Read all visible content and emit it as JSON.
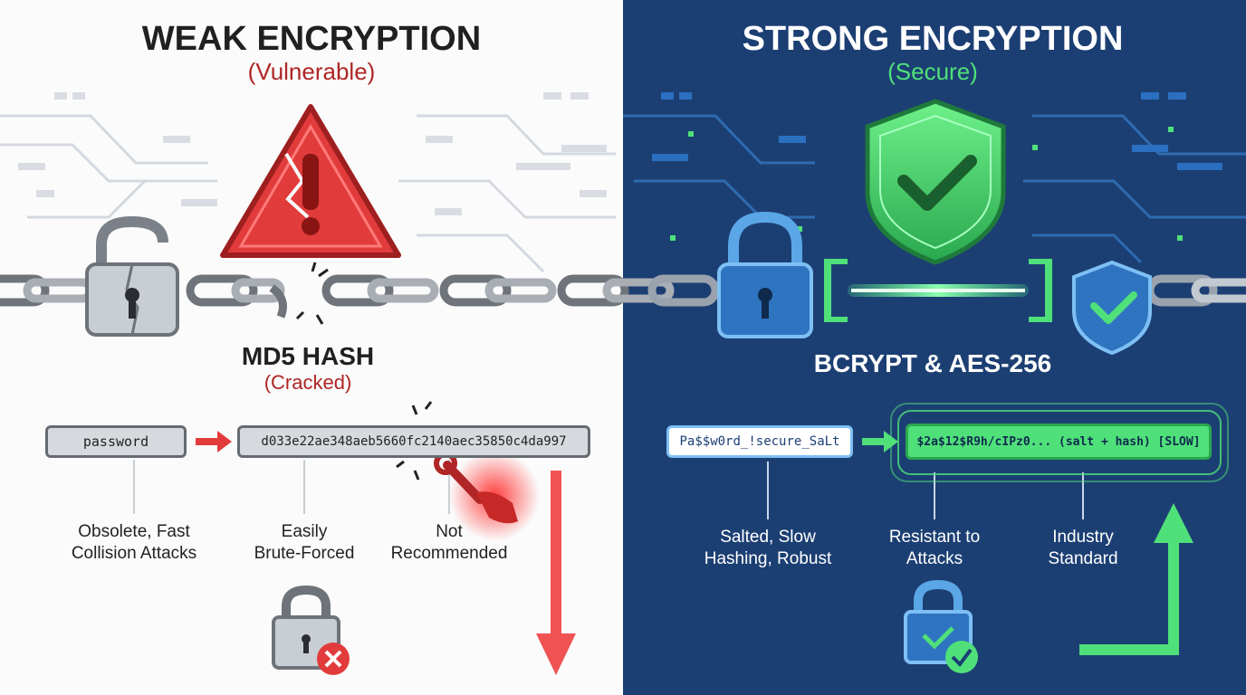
{
  "weak": {
    "title": "WEAK ENCRYPTION",
    "subtitle": "(Vulnerable)",
    "algorithm": "MD5 HASH",
    "status": "(Cracked)",
    "input_value": "password",
    "hash_value": "d033e22ae348aeb5660fc2140aec35850c4da997",
    "notes": [
      {
        "line1": "Obsolete, Fast",
        "line2": "Collision Attacks"
      },
      {
        "line1": "Easily",
        "line2": "Brute-Forced"
      },
      {
        "line1": "Not",
        "line2": "Recommended"
      }
    ]
  },
  "strong": {
    "title": "STRONG ENCRYPTION",
    "subtitle": "(Secure)",
    "algorithm": "BCRYPT & AES-256",
    "input_value": "Pa$$w0rd_!secure_SaLt",
    "hash_value": "$2a$12$R9h/cIPz0... (salt + hash) [SLOW]",
    "notes": [
      {
        "line1": "Salted, Slow",
        "line2": "Hashing, Robust"
      },
      {
        "line1": "Resistant to",
        "line2": "Attacks"
      },
      {
        "line1": "Industry",
        "line2": "Standard"
      }
    ]
  },
  "colors": {
    "danger": "#e23b3b",
    "dark_red": "#b02525",
    "secure_green": "#4fe07a",
    "right_bg": "#1c3f73",
    "left_bg": "#fbfbfb"
  },
  "icons": [
    "warning-triangle-icon",
    "broken-padlock-icon",
    "broken-chain-icon",
    "wrench-hand-icon",
    "locked-x-icon",
    "down-arrow-icon",
    "shield-check-icon",
    "padlock-icon",
    "small-shield-check-icon",
    "locked-check-icon",
    "up-arrow-icon"
  ]
}
